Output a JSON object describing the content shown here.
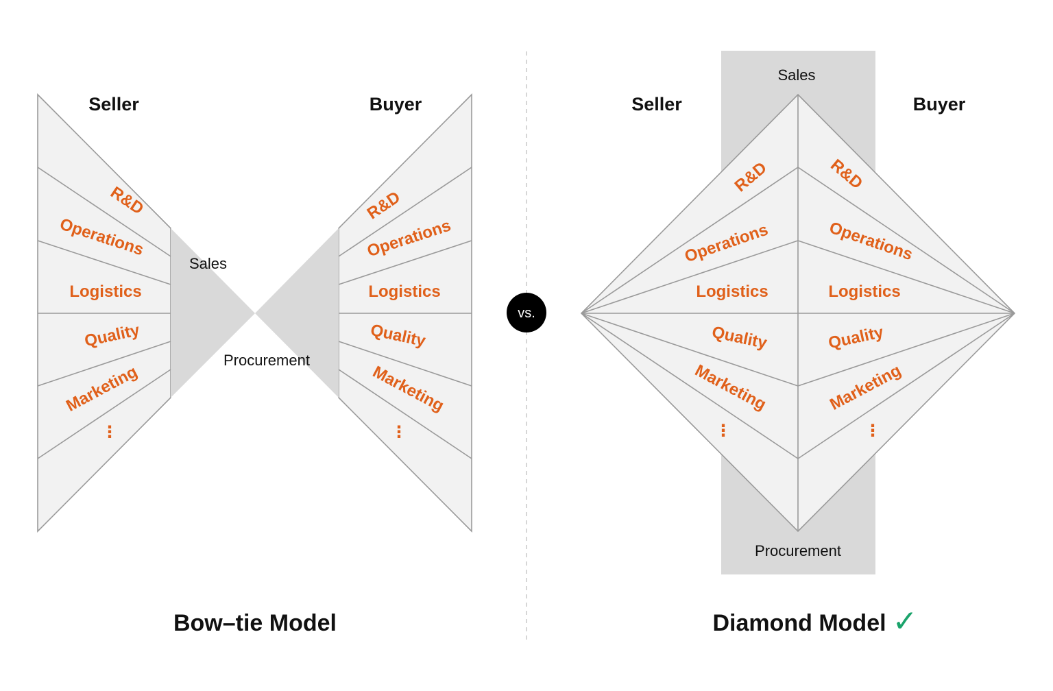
{
  "bowtie": {
    "seller_label": "Seller",
    "buyer_label": "Buyer",
    "center_top_label": "Sales",
    "center_bottom_label": "Procurement",
    "seller_depts": [
      "R&D",
      "Operations",
      "Logistics",
      "Quality",
      "Marketing",
      "⋮"
    ],
    "buyer_depts": [
      "R&D",
      "Operations",
      "Logistics",
      "Quality",
      "Marketing",
      "⋮"
    ],
    "title": "Bow–tie Model"
  },
  "separator": {
    "vs_label": "vs."
  },
  "diamond": {
    "seller_label": "Seller",
    "buyer_label": "Buyer",
    "top_label": "Sales",
    "bottom_label": "Procurement",
    "seller_depts": [
      "R&D",
      "Operations",
      "Logistics",
      "Quality",
      "Marketing",
      "⋮"
    ],
    "buyer_depts": [
      "R&D",
      "Operations",
      "Logistics",
      "Quality",
      "Marketing",
      "⋮"
    ],
    "title": "Diamond Model",
    "check_mark": "✓"
  },
  "colors": {
    "dept_text": "#e0601a",
    "check": "#1aa36b",
    "band": "#d9d9d9",
    "face": "#f2f2f2"
  }
}
